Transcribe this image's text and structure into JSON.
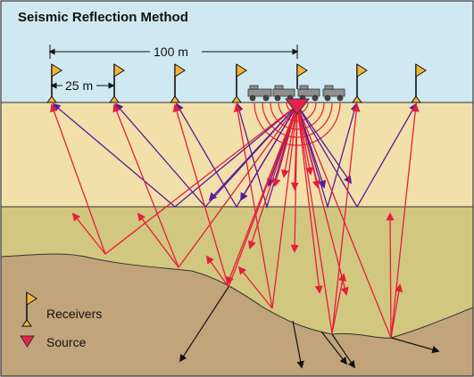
{
  "title": "Seismic Reflection Method",
  "dimensions": {
    "span_label": "100 m",
    "spacing_label": "25 m"
  },
  "legend": {
    "receivers_label": "Receivers",
    "source_label": "Source"
  },
  "colors": {
    "sky": "#cfe8f1",
    "layer1": "#f2e0ab",
    "layer2": "#d2c77f",
    "layer3": "#c2a47b",
    "flag": "#f2b53a",
    "source": "#e8214a",
    "ray_reflect": "#e51e3a",
    "ray_purple": "#5b1a96",
    "ray_deep": "#111111",
    "truck": "#8f8f8f"
  },
  "icons": [
    "flag-icon",
    "source-triangle-icon",
    "survey-truck-icon"
  ]
}
